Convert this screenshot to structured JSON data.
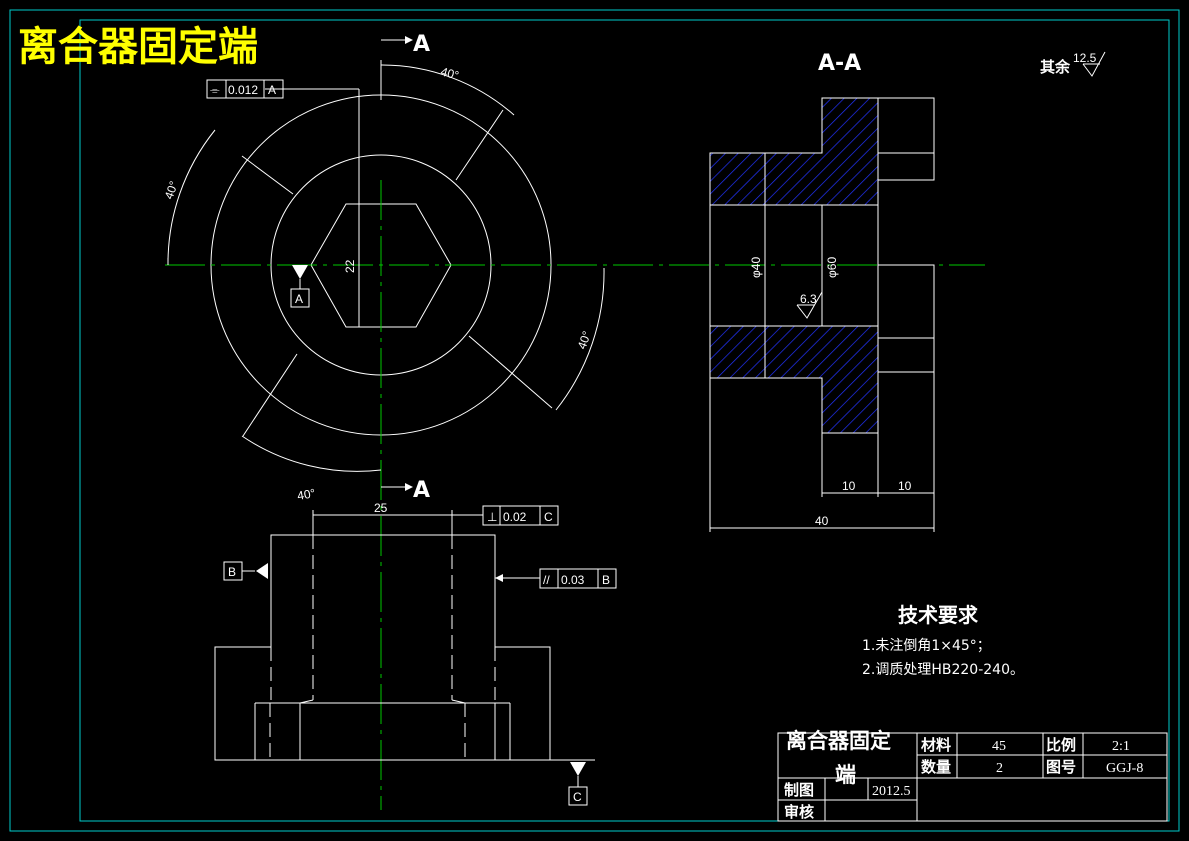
{
  "drawing": {
    "title": "离合器固定端",
    "section_label": "A-A",
    "cut_label": "A",
    "roughness": {
      "prefix": "其余",
      "value": "12.5"
    },
    "surface_roughness_value": "6.3",
    "dimensions": {
      "angle_label": "40°",
      "hex_flat": "22",
      "bore_dia": "φ40",
      "outer_dia": "φ60",
      "width_a": "10",
      "width_b": "10",
      "total": "40",
      "top_width": "25"
    },
    "tolerances": {
      "flatness": {
        "symbol": "⌯",
        "value": "0.012",
        "datum": "A"
      },
      "perpendicularity": {
        "symbol": "⊥",
        "value": "0.02",
        "datum": "C"
      },
      "parallelism": {
        "symbol": "//",
        "value": "0.03",
        "datum": "B"
      }
    },
    "datums": {
      "a": "A",
      "b": "B",
      "c": "C"
    },
    "requirements": {
      "heading": "技术要求",
      "items": [
        "1.未注倒角1×45°；",
        "2.调质处理HB220-240。"
      ]
    },
    "title_block": {
      "name_line1": "离合器固定",
      "name_line2": "端",
      "material_label": "材料",
      "material_value": "45",
      "scale_label": "比例",
      "scale_value": "2:1",
      "qty_label": "数量",
      "qty_value": "2",
      "drawing_no_label": "图号",
      "drawing_no_value": "GGJ-8",
      "drawn_label": "制图",
      "drawn_date": "2012.5",
      "checked_label": "审核"
    }
  },
  "colors": {
    "background": "#000000",
    "line": "#ffffff",
    "centerline": "#00c800",
    "border": "#00cccc",
    "hatch": "#2233ff",
    "title": "#ffff00"
  }
}
